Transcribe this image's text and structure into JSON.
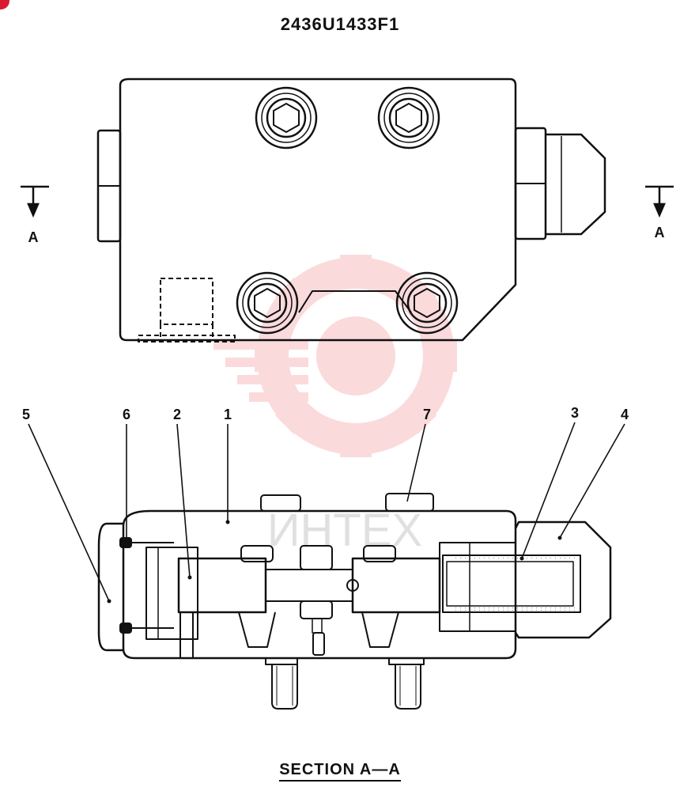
{
  "drawing": {
    "part_number": "2436U1433F1",
    "section_title": "SECTION  A—A",
    "section_markers": [
      "A",
      "A"
    ],
    "callouts": [
      "5",
      "6",
      "2",
      "1",
      "7",
      "3",
      "4"
    ],
    "watermark_text": "ИНTEX"
  },
  "colors": {
    "line": "#111111",
    "watermark": "#e8202a",
    "badge": "#d81b30"
  },
  "icons": [
    "corner-badge-icon",
    "gear-watermark-icon"
  ]
}
